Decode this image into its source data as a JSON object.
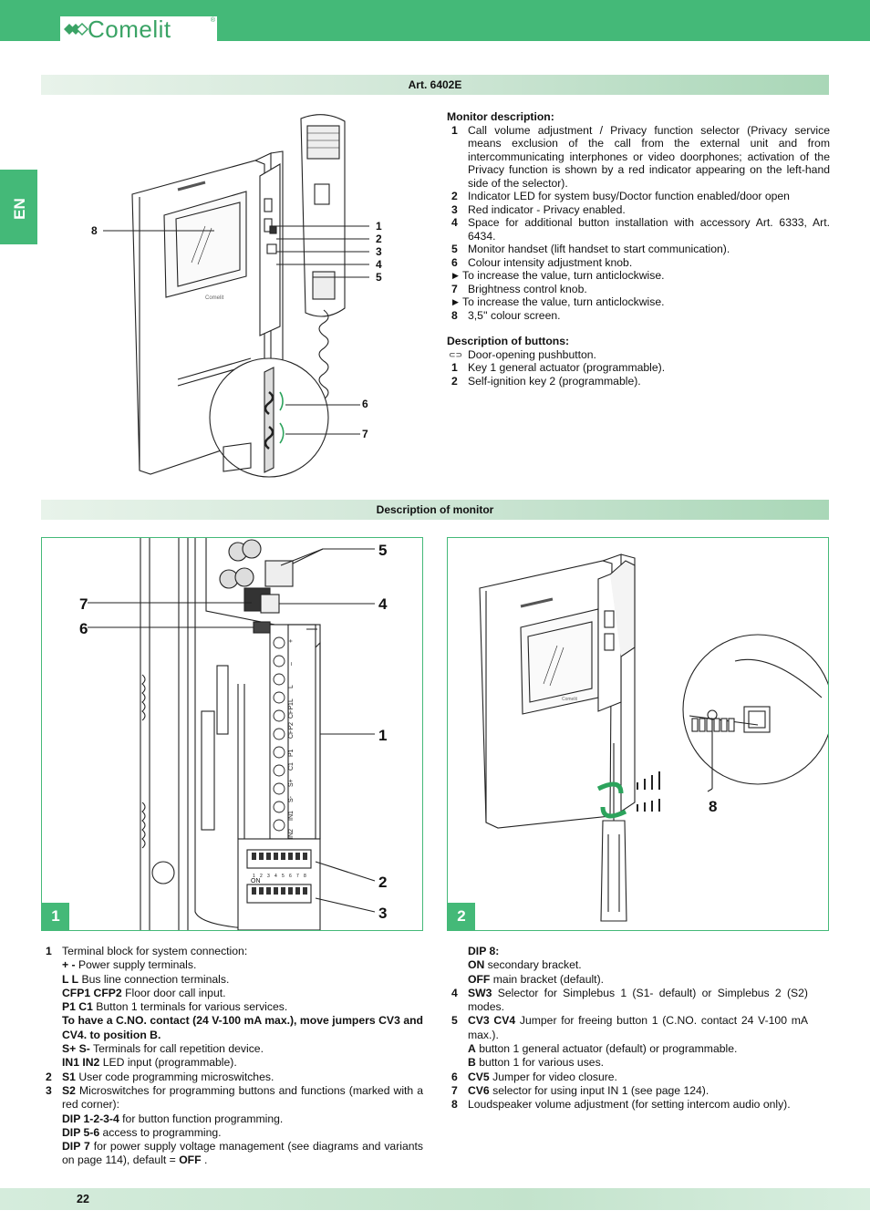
{
  "brand": {
    "logo": "Comelit",
    "reg": "®"
  },
  "lang_tab": "EN",
  "section1_title": "Art. 6402E",
  "section2_title": "Description of monitor",
  "top_figure": {
    "callouts": [
      "8",
      "1",
      "2",
      "3",
      "4",
      "5",
      "6",
      "7"
    ]
  },
  "monitor_desc": {
    "heading": "Monitor description:",
    "items": [
      {
        "n": "1",
        "t": "Call volume adjustment / Privacy function selector (Privacy service means exclusion of the call from the external unit and from intercommunicating interphones or video doorphones; activation of the Privacy function is shown by a red indicator appearing on the left-hand side of the selector)."
      },
      {
        "n": "2",
        "t": "Indicator LED for system busy/Doctor function enabled/door open"
      },
      {
        "n": "3",
        "t": "Red indicator - Privacy enabled."
      },
      {
        "n": "4",
        "t": "Space for additional button installation with accessory Art. 6333, Art. 6434."
      },
      {
        "n": "5",
        "t": "Monitor handset (lift handset to start communication)."
      },
      {
        "n": "6",
        "t": "Colour intensity adjustment knob."
      },
      {
        "n": "▶",
        "t": "To increase the value, turn anticlockwise."
      },
      {
        "n": "7",
        "t": "Brightness control knob."
      },
      {
        "n": "▶",
        "t": "To increase the value, turn anticlockwise."
      },
      {
        "n": "8",
        "t": "3,5'' colour screen."
      }
    ]
  },
  "buttons_desc": {
    "heading": "Description of buttons:",
    "key_symbol": "⊂⊃",
    "door_label": "Door-opening pushbutton.",
    "items": [
      {
        "n": "1",
        "t": "Key 1 general actuator (programmable)."
      },
      {
        "n": "2",
        "t": "Self-ignition key 2 (programmable)."
      }
    ]
  },
  "fig1": {
    "num": "1",
    "callouts": [
      "5",
      "7",
      "4",
      "6",
      "1",
      "2",
      "3"
    ],
    "terminal_labels": [
      "+",
      "–",
      "L",
      "L",
      "CFP2",
      "CFP1",
      "P1",
      "C1",
      "S+",
      "S-",
      "IN1",
      "IN2"
    ],
    "dip_on": "ON",
    "dip_numbers": [
      "1",
      "2",
      "3",
      "4",
      "5",
      "6",
      "7",
      "8"
    ]
  },
  "fig2": {
    "num": "2",
    "callouts": [
      "8"
    ]
  },
  "left_list": {
    "i1_n": "1",
    "i1_t": "Terminal block for system connection:",
    "pm_b": "+ -",
    "pm_t": "Power supply terminals.",
    "ll_b": "L L",
    "ll_t": "Bus line connection terminals.",
    "cfp_b": "CFP1 CFP2",
    "cfp_t": "Floor door call input.",
    "p1_b": "P1 C1",
    "p1_t": "Button 1 terminals for various services.",
    "cno": "To have a C.NO. contact (24 V-100 mA max.), move jumpers CV3 and CV4. to position B.",
    "ss_b": "S+ S-",
    "ss_t": "Terminals for call repetition device.",
    "in_b": "IN1 IN2",
    "in_t": "LED input (programmable).",
    "i2_n": "2",
    "i2_b": "S1",
    "i2_t": "User code programming microswitches.",
    "i3_n": "3",
    "i3_b": "S2",
    "i3_t": "Microswitches for programming buttons and functions (marked with a red corner):",
    "d1_b": "DIP 1-2-3-4",
    "d1_t": "for button function programming.",
    "d5_b": "DIP 5-6",
    "d5_t": "access to programming.",
    "d7_b": "DIP 7",
    "d7_t": "for power supply voltage management (see diagrams and variants on page 114), default =",
    "d7_off": "OFF",
    "d7_end": "."
  },
  "right_list": {
    "d8_b": "DIP 8:",
    "on_b": "ON",
    "on_t": "secondary bracket.",
    "off_b": "OFF",
    "off_t": "main bracket (default).",
    "i4_n": "4",
    "i4_b": "SW3",
    "i4_t": "Selector for Simplebus 1 (S1- default) or Simplebus 2 (S2) modes.",
    "i5_n": "5",
    "i5_b": "CV3 CV4",
    "i5_t": "Jumper for freeing button 1 (C.NO. contact 24 V-100 mA max.).",
    "a_b": "A",
    "a_t": "button 1 general actuator (default) or programmable.",
    "bb_b": "B",
    "bb_t": "button 1 for various uses.",
    "i6_n": "6",
    "i6_b": "CV5",
    "i6_t": "Jumper for video closure.",
    "i7_n": "7",
    "i7_b": "CV6",
    "i7_t": "selector for using input IN 1 (see page 124).",
    "i8_n": "8",
    "i8_t": "Loudspeaker volume adjustment (for setting intercom audio only)."
  },
  "page_number": "22"
}
